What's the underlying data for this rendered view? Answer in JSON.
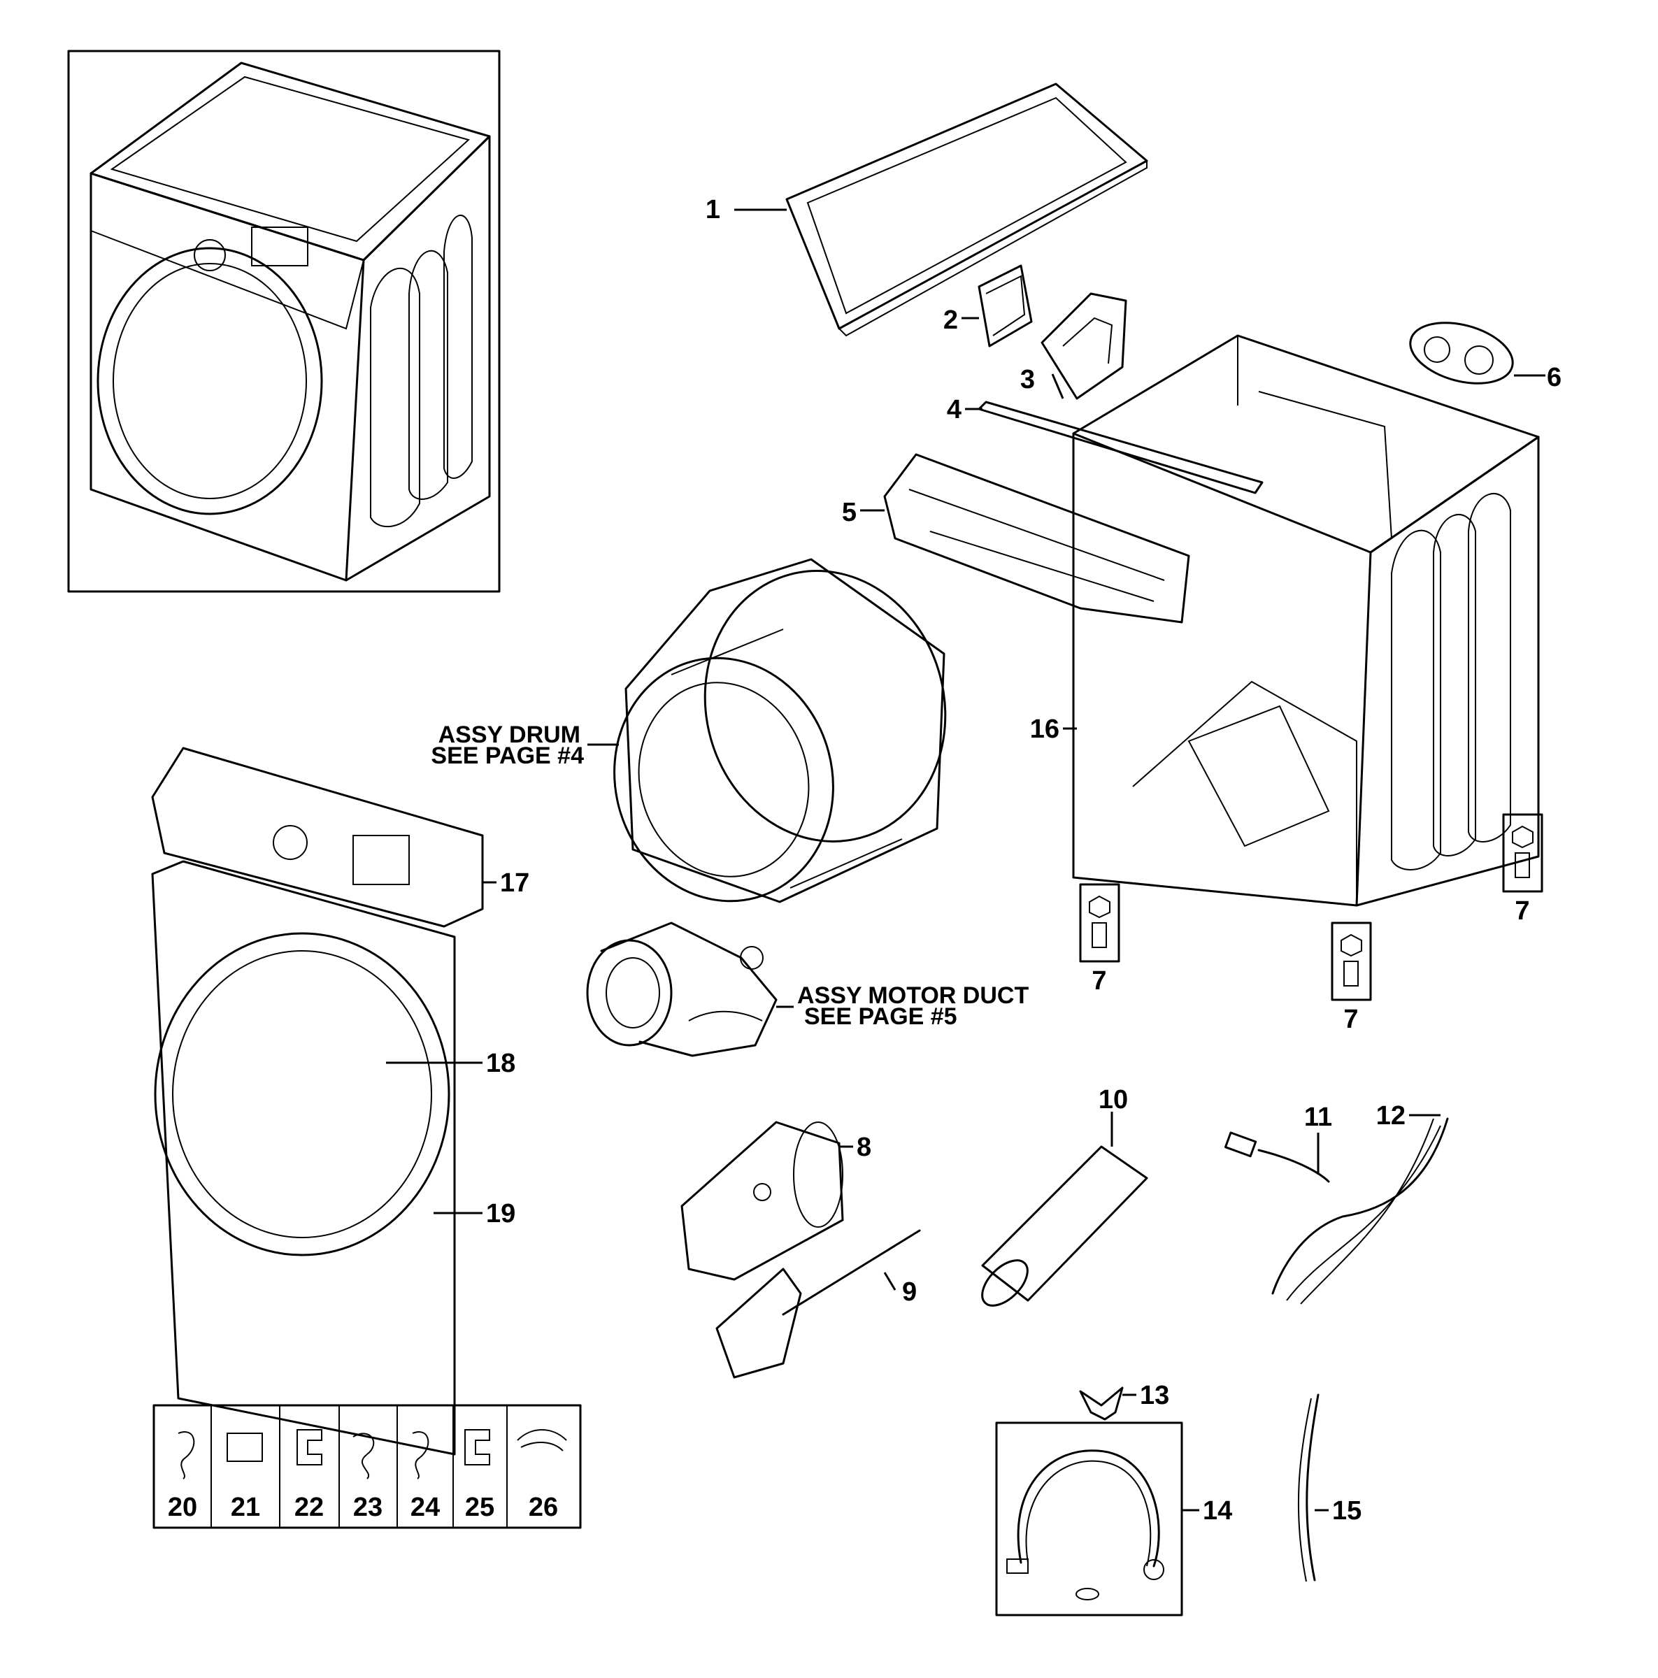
{
  "callouts": {
    "c1": "1",
    "c2": "2",
    "c3": "3",
    "c4": "4",
    "c5": "5",
    "c6": "6",
    "c7a": "7",
    "c7b": "7",
    "c7c": "7",
    "c8": "8",
    "c9": "9",
    "c10": "10",
    "c11": "11",
    "c12": "12",
    "c13": "13",
    "c14": "14",
    "c15": "15",
    "c16": "16",
    "c17": "17",
    "c18": "18",
    "c19": "19"
  },
  "assemblies": {
    "drum_line1": "ASSY DRUM",
    "drum_line2": "SEE PAGE #4",
    "motor_line1": "ASSY MOTOR DUCT",
    "motor_line2": "SEE PAGE #5"
  },
  "small_parts": [
    "20",
    "21",
    "22",
    "23",
    "24",
    "25",
    "26"
  ]
}
